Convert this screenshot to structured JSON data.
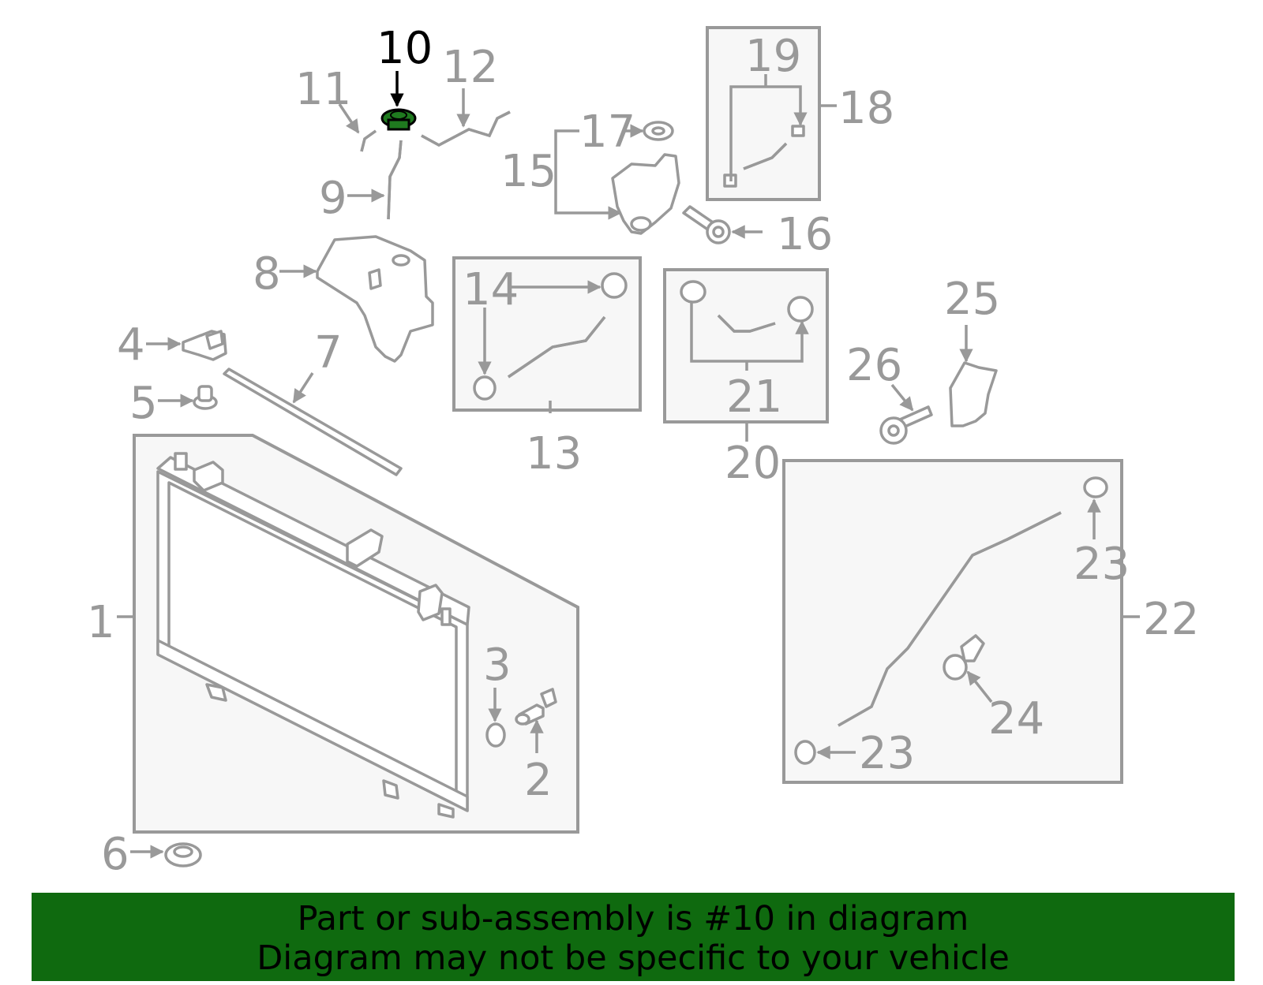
{
  "callouts": [
    {
      "num": "1"
    },
    {
      "num": "2"
    },
    {
      "num": "3"
    },
    {
      "num": "4"
    },
    {
      "num": "5"
    },
    {
      "num": "6"
    },
    {
      "num": "7"
    },
    {
      "num": "8"
    },
    {
      "num": "9"
    },
    {
      "num": "10"
    },
    {
      "num": "11"
    },
    {
      "num": "12"
    },
    {
      "num": "13"
    },
    {
      "num": "14"
    },
    {
      "num": "15"
    },
    {
      "num": "16"
    },
    {
      "num": "17"
    },
    {
      "num": "18"
    },
    {
      "num": "19"
    },
    {
      "num": "20"
    },
    {
      "num": "21"
    },
    {
      "num": "22"
    },
    {
      "num": "23"
    },
    {
      "num": "23"
    },
    {
      "num": "24"
    },
    {
      "num": "25"
    },
    {
      "num": "26"
    }
  ],
  "highlighted_part": "10",
  "highlight_color": "#1f7a1f",
  "banner": {
    "line1": "Part or sub-assembly is #10 in diagram",
    "line2": "Diagram may not be specific to your vehicle",
    "background": "#0f6a0f"
  }
}
